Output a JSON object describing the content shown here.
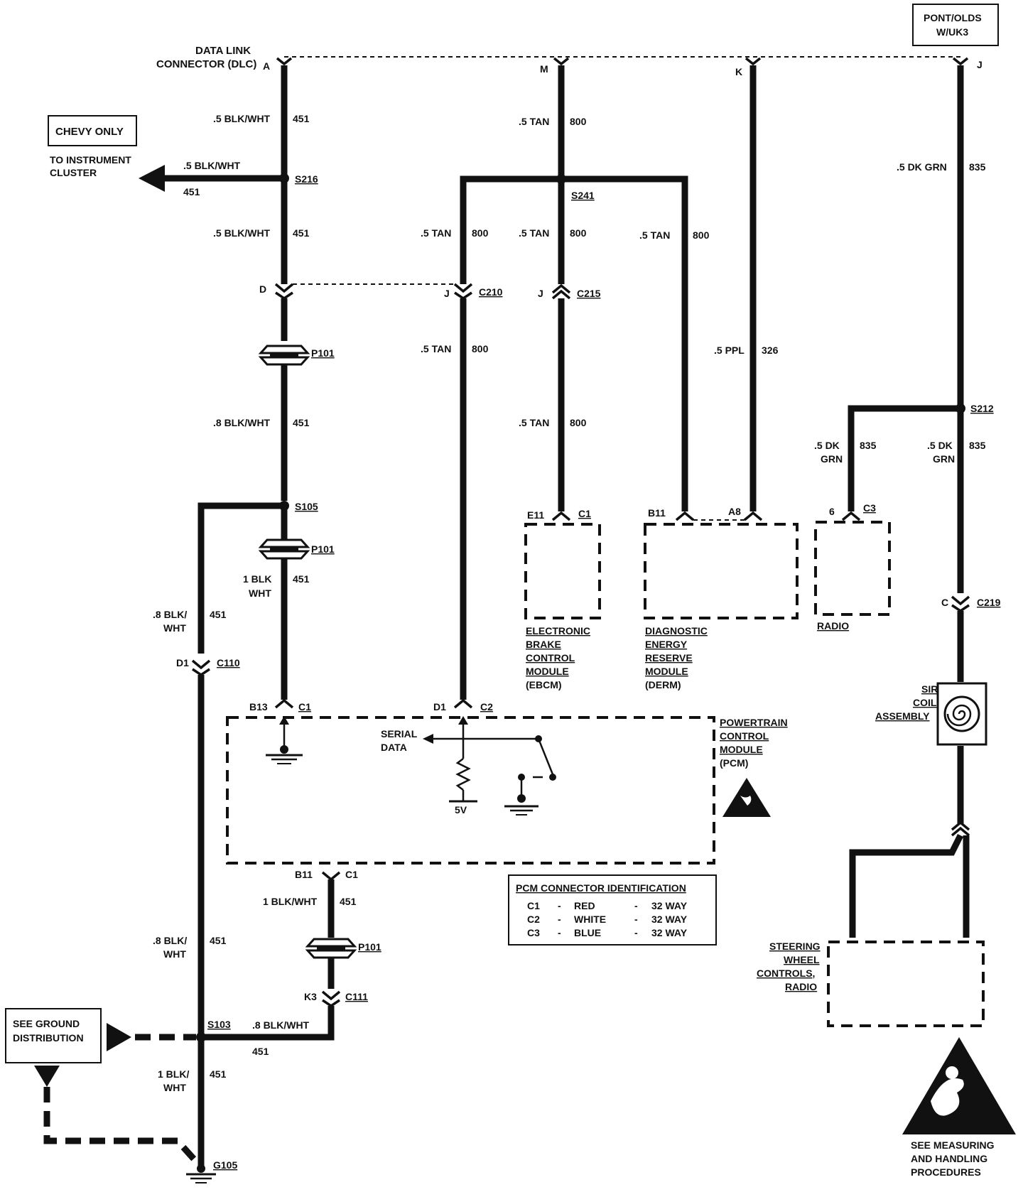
{
  "labels": {
    "dlc": [
      "DATA LINK",
      "CONNECTOR (DLC)"
    ],
    "pont_olds": [
      "PONT/OLDS",
      "W/UK3"
    ],
    "chevy_only": "CHEVY ONLY",
    "to_instrument_cluster": [
      "TO INSTRUMENT",
      "CLUSTER"
    ],
    "see_ground": [
      "SEE GROUND",
      "DISTRIBUTION"
    ],
    "ebcm": [
      "ELECTRONIC",
      "BRAKE",
      "CONTROL",
      "MODULE",
      "(EBCM)"
    ],
    "derm": [
      "DIAGNOSTIC",
      "ENERGY",
      "RESERVE",
      "MODULE",
      "(DERM)"
    ],
    "radio": "RADIO",
    "pcm": [
      "POWERTRAIN",
      "CONTROL",
      "MODULE",
      "(PCM)"
    ],
    "serial_data": [
      "SERIAL",
      "DATA"
    ],
    "five_v": "5V",
    "sir_coil": [
      "SIR",
      "COIL",
      "ASSEMBLY"
    ],
    "steering_wheel": [
      "STEERING",
      "WHEEL",
      "CONTROLS,",
      "RADIO"
    ],
    "measuring": [
      "SEE MEASURING",
      "AND HANDLING",
      "PROCEDURES"
    ]
  },
  "pins": {
    "A": "A",
    "M": "M",
    "K": "K",
    "J_dlc": "J",
    "D": "D",
    "J_c210": "J",
    "J_c215": "J",
    "E11": "E11",
    "B11_derm": "B11",
    "A8": "A8",
    "pin6": "6",
    "C_c219": "C",
    "B13": "B13",
    "D1_pcm": "D1",
    "D1_c110": "D1",
    "B11_pcm": "B11",
    "K3": "K3"
  },
  "connectors": {
    "C1_pcm": "C1",
    "C2_pcm": "C2",
    "C1_b11": "C1",
    "C110": "C110",
    "C111": "C111",
    "C210": "C210",
    "C215": "C215",
    "C1_ebcm": "C1",
    "C3_radio": "C3",
    "C219": "C219",
    "P101_a": "P101",
    "P101_b": "P101",
    "P101_c": "P101"
  },
  "splices": {
    "S216": "S216",
    "S241": "S241",
    "S105": "S105",
    "S103": "S103",
    "S212": "S212",
    "G105": "G105"
  },
  "wires": {
    "w1_color": ".5 BLK/WHT",
    "w1_num": "451",
    "w_ic_color": ".5 BLK/WHT",
    "w_ic_num": "451",
    "w2_color": ".5 BLK/WHT",
    "w2_num": "451",
    "w3_color": ".8 BLK/WHT",
    "w3_num": "451",
    "w4_color": [
      "1 BLK",
      "WHT"
    ],
    "w4_num": "451",
    "w5_color": [
      ".8 BLK/",
      "WHT"
    ],
    "w5_num": "451",
    "w6_color": "1 BLK/WHT",
    "w6_num": "451",
    "w7_color": [
      ".8 BLK/",
      "WHT"
    ],
    "w7_num": "451",
    "w8_color": ".8 BLK/WHT",
    "w8_num": "451",
    "w9_color": [
      "1 BLK/",
      "WHT"
    ],
    "w9_num": "451",
    "t1_color": ".5 TAN",
    "t1_num": "800",
    "t2_color": ".5 TAN",
    "t2_num": "800",
    "t3_color": ".5 TAN",
    "t3_num": "800",
    "t4_color": ".5 TAN",
    "t4_num": "800",
    "t5_color": ".5 TAN",
    "t5_num": "800",
    "t6_color": ".5 TAN",
    "t6_num": "800",
    "p1_color": ".5 PPL",
    "p1_num": "326",
    "g1_color": ".5 DK GRN",
    "g1_num": "835",
    "g2_color": [
      ".5 DK",
      "GRN"
    ],
    "g2_num": "835",
    "g3_color": [
      ".5 DK",
      "GRN"
    ],
    "g3_num": "835"
  },
  "pcm_table": {
    "title": "PCM CONNECTOR IDENTIFICATION",
    "rows": [
      {
        "conn": "C1",
        "dash1": "-",
        "color": "RED",
        "dash2": "-",
        "ways": "32 WAY"
      },
      {
        "conn": "C2",
        "dash1": "-",
        "color": "WHITE",
        "dash2": "-",
        "ways": "32 WAY"
      },
      {
        "conn": "C3",
        "dash1": "-",
        "color": "BLUE",
        "dash2": "-",
        "ways": "32 WAY"
      }
    ]
  }
}
